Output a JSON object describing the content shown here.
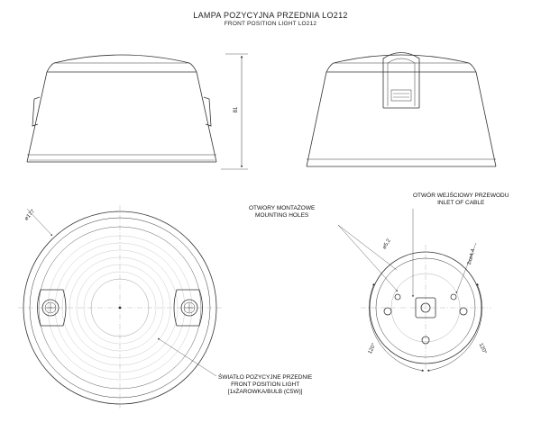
{
  "title": {
    "line1": "LAMPA POZYCYJNA PRZEDNIA LO212",
    "line2": "FRONT POSITION LIGHT LO212"
  },
  "dimensions": {
    "height": "81",
    "diameter": "⌀177",
    "hole_diameter": "⌀5,2",
    "hole_size": "3x⌀4,4",
    "angle_left": "120°",
    "angle_right": "120°"
  },
  "callouts": {
    "mounting_holes": {
      "pl": "OTWORY MONTAŻOWE",
      "en": "MOUNTING HOLES"
    },
    "inlet_cable": {
      "pl": "OTWÓR WEJŚCIOWY PRZEWODU",
      "en": "INLET OF CABLE"
    },
    "light": {
      "pl": "ŚWIATŁO POZYCYJNE PRZEDNIE",
      "en": "FRONT POSITION LIGHT",
      "bulb": "[1xŻAROWKA/BULB (C5W)]"
    }
  },
  "colors": {
    "line": "#333333",
    "background": "#ffffff"
  }
}
